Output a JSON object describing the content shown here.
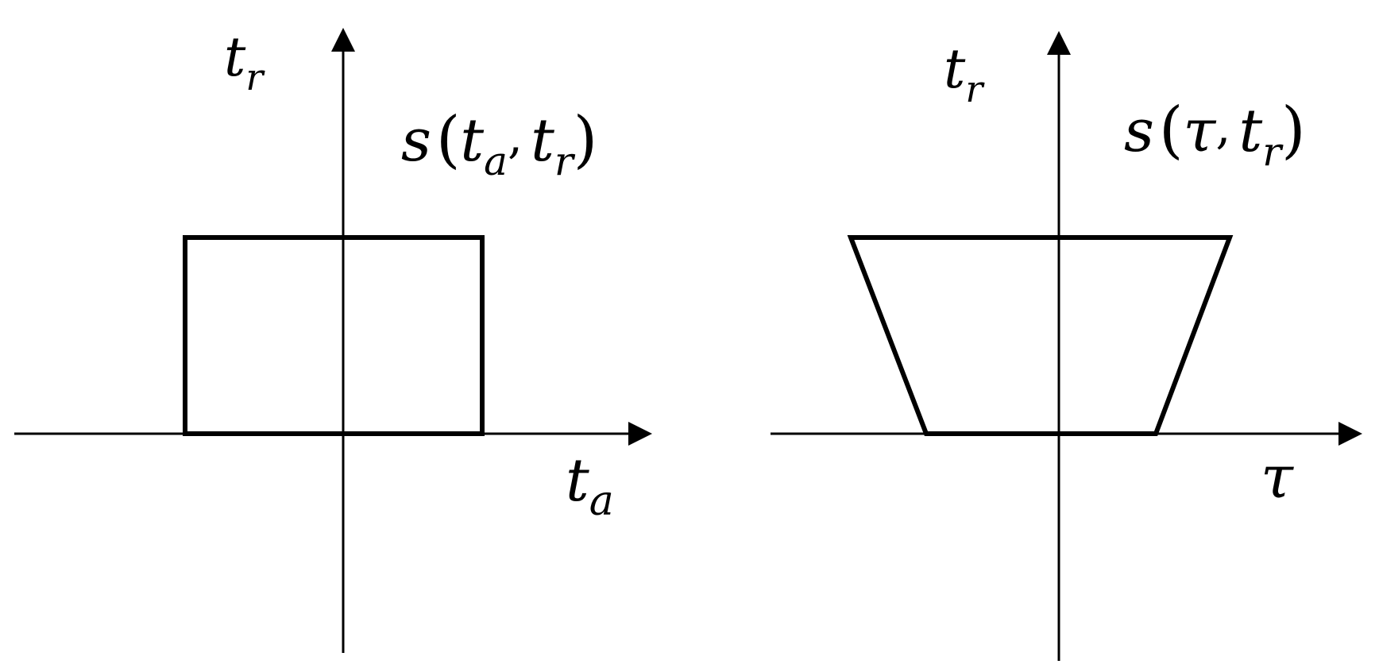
{
  "left_panel": {
    "vertical_axis": {
      "base": "t",
      "sub": "r"
    },
    "horizontal_axis": {
      "base": "t",
      "sub": "a"
    },
    "function_label": {
      "name": "s",
      "open": "(",
      "arg1": {
        "base": "t",
        "sub": "a"
      },
      "sep": ",",
      "arg2": {
        "base": "t",
        "sub": "r"
      },
      "close": ")"
    },
    "shape": "rectangle"
  },
  "right_panel": {
    "vertical_axis": {
      "base": "t",
      "sub": "r"
    },
    "horizontal_axis": {
      "base": "τ"
    },
    "function_label": {
      "name": "s",
      "open": "(",
      "arg1": {
        "base": "τ"
      },
      "sep": ",",
      "arg2": {
        "base": "t",
        "sub": "r"
      },
      "close": ")"
    },
    "shape": "trapezoid"
  },
  "colors": {
    "ink": "#000000",
    "background": "#ffffff"
  }
}
